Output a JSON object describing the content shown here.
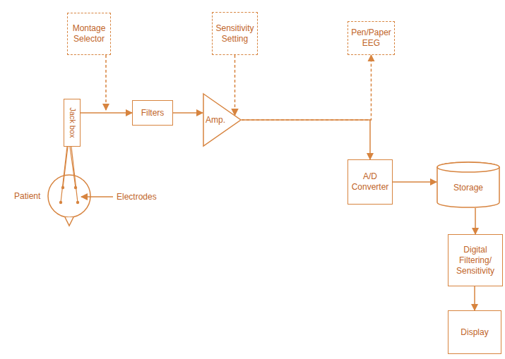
{
  "diagram": {
    "nodes": [
      {
        "text": [
          "Jack box"
        ]
      },
      {
        "text": [
          "Montage Selector"
        ]
      },
      {
        "text": [
          "Filters"
        ]
      },
      {
        "text": [
          "Amp."
        ]
      },
      {
        "text": [
          "Sensitivity Setting"
        ]
      },
      {
        "text": [
          "Pen/Paper EEG"
        ]
      },
      {
        "text": [
          "A/D Converter"
        ]
      },
      {
        "text": [
          "Storage"
        ]
      },
      {
        "text": [
          "Digital Filtering/ Sensitivity"
        ]
      },
      {
        "text": [
          "Display"
        ]
      }
    ],
    "edges": [
      {
        "from": 0,
        "to": 2,
        "arrow": "to"
      },
      {
        "from": 2,
        "to": 3,
        "arrow": "to"
      },
      {
        "from": 4,
        "to": 3,
        "arrow": "to"
      },
      {
        "from": 3,
        "to": 6,
        "arrow": "to"
      },
      {
        "from": 3,
        "to": 5,
        "arrow": "to"
      },
      {
        "from": 6,
        "to": 7,
        "arrow": "to"
      },
      {
        "from": 7,
        "to": 8,
        "arrow": "to"
      },
      {
        "from": 8,
        "to": 9,
        "arrow": "to"
      }
    ],
    "labels": [
      "Patient",
      "Electrodes"
    ]
  }
}
